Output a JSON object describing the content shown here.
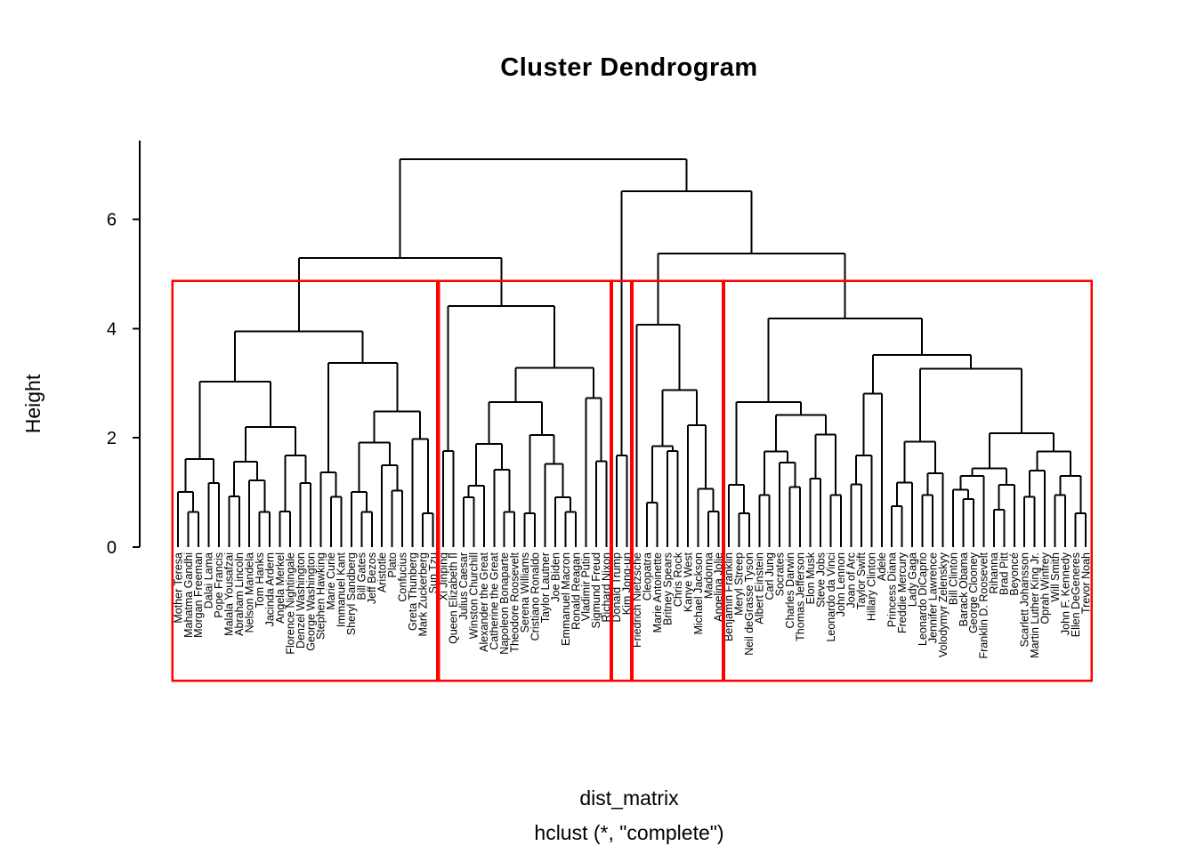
{
  "title": "Cluster Dendrogram",
  "y_axis": {
    "label": "Height",
    "ticks": [
      0,
      2,
      4,
      6
    ]
  },
  "x_axis": {
    "caption_line1": "dist_matrix",
    "caption_line2": "hclust (*, \"complete\")"
  },
  "colors": {
    "line": "#000000",
    "cluster_box": "#ff0000",
    "text": "#000000",
    "background": "#ffffff"
  },
  "chart_data": {
    "type": "dendrogram",
    "title": "Cluster Dendrogram",
    "ylabel": "Height",
    "xlabel": "dist_matrix",
    "subtitle": "hclust (*, \"complete\")",
    "ylim": [
      0,
      7.4
    ],
    "grid": false,
    "cut_clusters": 5,
    "cluster_sizes": [
      26,
      17,
      2,
      9,
      36
    ],
    "cluster_box_top_height": 4.87,
    "root_height": 7.1,
    "leaves": [
      "Mother Teresa",
      "Mahatma Gandhi",
      "Morgan Freeman",
      "Dalai Lama",
      "Pope Francis",
      "Malala Yousafzai",
      "Abraham Lincoln",
      "Nelson Mandela",
      "Tom Hanks",
      "Jacinda Ardern",
      "Angela Merkel",
      "Florence Nightingale",
      "Denzel Washington",
      "George Washington",
      "Stephen Hawking",
      "Marie Curie",
      "Immanuel Kant",
      "Sheryl Sandberg",
      "Bill Gates",
      "Jeff Bezos",
      "Aristotle",
      "Plato",
      "Confucius",
      "Greta Thunberg",
      "Mark Zuckerberg",
      "Sun Tzu",
      "Xi Jinping",
      "Queen Elizabeth II",
      "Julius Caesar",
      "Winston Churchill",
      "Alexander the Great",
      "Catherine the Great",
      "Napoleon Bonaparte",
      "Theodore Roosevelt",
      "Serena Williams",
      "Cristiano Ronaldo",
      "Taylor Lautner",
      "Joe Biden",
      "Emmanuel Macron",
      "Ronald Reagan",
      "Vladimir Putin",
      "Sigmund Freud",
      "Richard Nixon",
      "Donald Trump",
      "Kim Jong-un",
      "Friedrich Nietzsche",
      "Cleopatra",
      "Marie Antoinette",
      "Britney Spears",
      "Chris Rock",
      "Kanye West",
      "Michael Jackson",
      "Madonna",
      "Angelina Jolie",
      "Benjamin Franklin",
      "Meryl Streep",
      "Neil deGrasse Tyson",
      "Albert Einstein",
      "Carl Jung",
      "Socrates",
      "Charles Darwin",
      "Thomas Jefferson",
      "Elon Musk",
      "Steve Jobs",
      "Leonardo da Vinci",
      "John Lennon",
      "Joan of Arc",
      "Taylor Swift",
      "Hillary Clinton",
      "Adele",
      "Princess Diana",
      "Freddie Mercury",
      "Lady Gaga",
      "Leonardo DiCaprio",
      "Jennifer Lawrence",
      "Volodymyr Zelenskyy",
      "Bill Clinton",
      "Barack Obama",
      "George Clooney",
      "Franklin D. Roosevelt",
      "Rihanna",
      "Brad Pitt",
      "Beyoncé",
      "Scarlett Johansson",
      "Martin Luther King Jr.",
      "Oprah Winfrey",
      "Will Smith",
      "John F. Kennedy",
      "Ellen DeGeneres",
      "Trevor Noah"
    ],
    "tree": [
      7.1,
      [
        5.29,
        [
          3.95,
          [
            3.03,
            [
              1.61,
              [
                1.01,
                0,
                [
                  0.64,
                  1,
                  2
                ]
              ],
              [
                1.17,
                3,
                4
              ]
            ],
            [
              2.2,
              [
                1.56,
                [
                  0.93,
                  5,
                  6
                ],
                [
                  1.22,
                  7,
                  [
                    0.64,
                    8,
                    9
                  ]
                ]
              ],
              [
                1.68,
                [
                  0.65,
                  10,
                  11
                ],
                [
                  1.17,
                  12,
                  13
                ]
              ]
            ]
          ],
          [
            3.37,
            [
              1.37,
              14,
              [
                0.92,
                15,
                16
              ]
            ],
            [
              2.48,
              [
                1.91,
                [
                  1.01,
                  17,
                  [
                    0.64,
                    18,
                    19
                  ]
                ],
                [
                  1.5,
                  20,
                  [
                    1.03,
                    21,
                    22
                  ]
                ]
              ],
              [
                1.98,
                23,
                [
                  0.62,
                  24,
                  25
                ]
              ]
            ]
          ]
        ],
        [
          4.41,
          [
            1.76,
            26,
            27
          ],
          [
            3.28,
            [
              2.65,
              [
                1.89,
                [
                  1.12,
                  [
                    0.91,
                    28,
                    29
                  ],
                  30
                ],
                [
                  1.42,
                  31,
                  [
                    0.64,
                    32,
                    33
                  ]
                ]
              ],
              [
                2.05,
                [
                  0.62,
                  34,
                  35
                ],
                [
                  1.52,
                  36,
                  [
                    0.91,
                    37,
                    [
                      0.64,
                      38,
                      39
                    ]
                  ]
                ]
              ]
            ],
            [
              2.73,
              40,
              [
                1.57,
                41,
                42
              ]
            ]
          ]
        ]
      ],
      [
        6.51,
        [
          1.68,
          43,
          44
        ],
        [
          5.37,
          [
            4.07,
            45,
            [
              2.87,
              [
                1.85,
                [
                  0.81,
                  46,
                  47
                ],
                [
                  1.76,
                  48,
                  49
                ]
              ],
              [
                2.23,
                50,
                [
                  1.07,
                  51,
                  [
                    0.65,
                    52,
                    53
                  ]
                ]
              ]
            ]
          ],
          [
            4.18,
            [
              2.65,
              [
                1.14,
                54,
                [
                  0.62,
                  55,
                  56
                ]
              ],
              [
                2.42,
                [
                  1.75,
                  [
                    0.95,
                    57,
                    58
                  ],
                  [
                    1.55,
                    59,
                    [
                      1.1,
                      60,
                      61
                    ]
                  ]
                ],
                [
                  2.06,
                  [
                    1.25,
                    62,
                    63
                  ],
                  [
                    0.95,
                    64,
                    65
                  ]
                ]
              ]
            ],
            [
              3.52,
              [
                2.81,
                [
                  1.68,
                  [
                    1.15,
                    66,
                    67
                  ],
                  68
                ],
                69
              ],
              [
                3.26,
                [
                  1.93,
                  [
                    1.18,
                    [
                      0.75,
                      70,
                      71
                    ],
                    72
                  ],
                  [
                    1.35,
                    [
                      0.95,
                      73,
                      74
                    ],
                    75
                  ]
                ],
                [
                  2.08,
                  [
                    1.44,
                    [
                      1.3,
                      [
                        1.05,
                        76,
                        [
                          0.88,
                          77,
                          78
                        ]
                      ],
                      79
                    ],
                    [
                      1.14,
                      [
                        0.68,
                        80,
                        81
                      ],
                      82
                    ]
                  ],
                  [
                    1.75,
                    [
                      1.4,
                      [
                        0.92,
                        83,
                        84
                      ],
                      85
                    ],
                    [
                      1.3,
                      [
                        0.95,
                        86,
                        87
                      ],
                      [
                        0.62,
                        88,
                        89
                      ]
                    ]
                  ]
                ]
              ]
            ]
          ]
        ]
      ]
    ]
  }
}
